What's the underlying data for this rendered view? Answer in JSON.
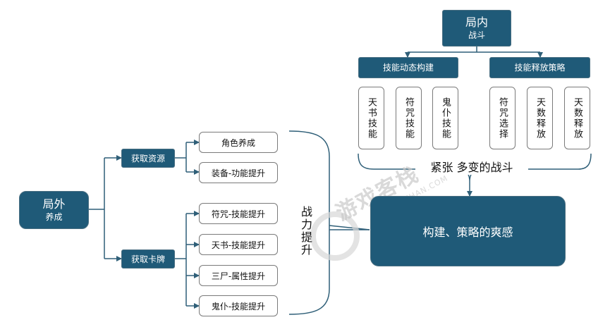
{
  "outer": {
    "title": "局外",
    "subtitle": "养成"
  },
  "get_resources": {
    "label": "获取资源",
    "items": [
      "角色养成",
      "装备-功能提升"
    ]
  },
  "get_cards": {
    "label": "获取卡牌",
    "items": [
      "符咒-技能提升",
      "天书-技能提升",
      "三尸-属性提升",
      "鬼仆-技能提升"
    ]
  },
  "power_up": "战力提升",
  "core": "构建、策略的爽感",
  "inner": {
    "title": "局内",
    "subtitle": "战斗"
  },
  "build": {
    "label": "技能动态构建",
    "items": [
      "天书技能",
      "符咒技能",
      "鬼仆技能"
    ]
  },
  "release": {
    "label": "技能释放策略",
    "items": [
      "符咒选择",
      "天数释放",
      "天数释放"
    ]
  },
  "battle_caption": "紧张 多变的战斗",
  "watermark": {
    "cn": "游戏客栈",
    "en": "GAMEKEZHAN.COM"
  },
  "colors": {
    "dark_box": "#1f5a78",
    "line": "#2f5f78"
  }
}
